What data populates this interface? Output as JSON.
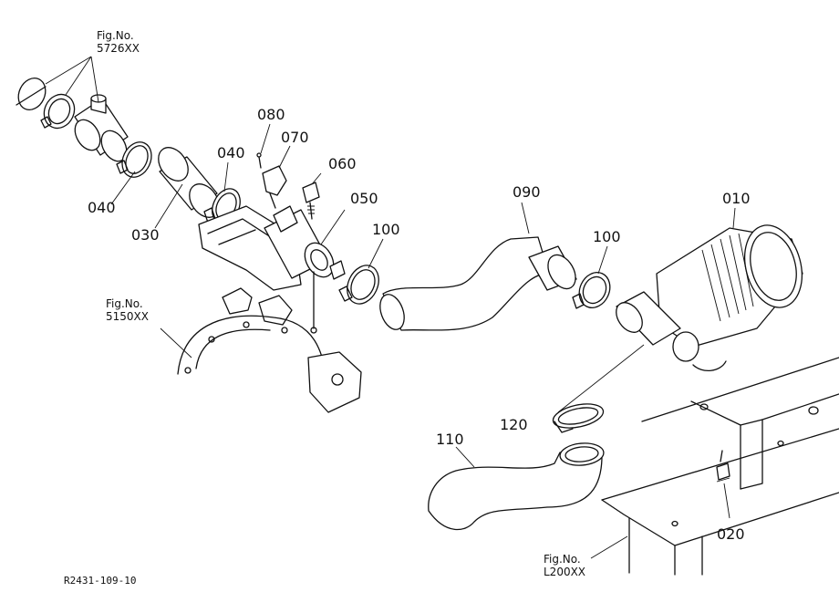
{
  "parts": [
    {
      "key": "p010",
      "number": "010"
    },
    {
      "key": "p020",
      "number": "020"
    },
    {
      "key": "p030",
      "number": "030"
    },
    {
      "key": "p040a",
      "number": "040"
    },
    {
      "key": "p040b",
      "number": "040"
    },
    {
      "key": "p050",
      "number": "050"
    },
    {
      "key": "p060",
      "number": "060"
    },
    {
      "key": "p070",
      "number": "070"
    },
    {
      "key": "p080",
      "number": "080"
    },
    {
      "key": "p090",
      "number": "090"
    },
    {
      "key": "p100a",
      "number": "100"
    },
    {
      "key": "p100b",
      "number": "100"
    },
    {
      "key": "p110",
      "number": "110"
    },
    {
      "key": "p120",
      "number": "120"
    }
  ],
  "references": [
    {
      "key": "ref5726",
      "line1": "Fig.No.",
      "line2": "5726XX"
    },
    {
      "key": "ref5150",
      "line1": "Fig.No.",
      "line2": "5150XX"
    },
    {
      "key": "refL200",
      "line1": "Fig.No.",
      "line2": "L200XX"
    }
  ],
  "drawing_code": "R2431-109-10"
}
